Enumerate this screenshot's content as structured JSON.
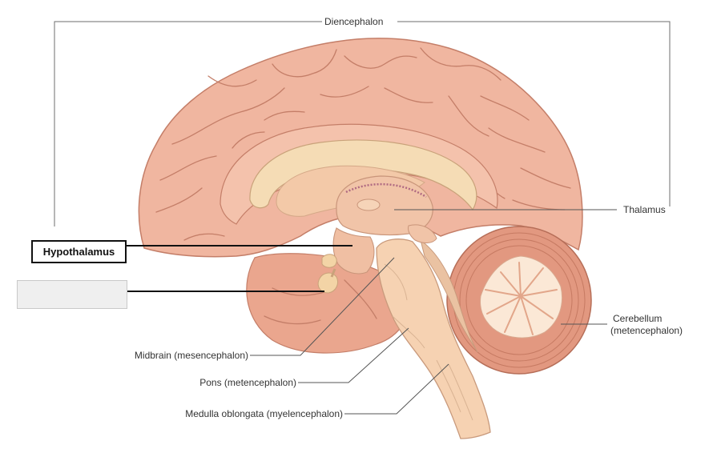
{
  "labels": {
    "diencephalon": "Diencephalon",
    "thalamus": "Thalamus",
    "hypothalamus": "Hypothalamus",
    "blank_answer": "",
    "cerebellum": "Cerebellum",
    "cerebellum_sub": "(metencephalon)",
    "midbrain": "Midbrain (mesencephalon)",
    "pons": "Pons (metencephalon)",
    "medulla": "Medulla oblongata (myelencephalon)"
  },
  "colors": {
    "cortex": "#f0b6a0",
    "cortex_dark": "#d98f78",
    "sulcus": "#c47e68",
    "white_matter": "#f6dcc0",
    "corpus_callosum": "#f3dcb4",
    "brainstem": "#f6d2b2",
    "cerebellum": "#e29880",
    "cerebellum_white": "#fbe8d6",
    "leader_line": "#555555"
  }
}
